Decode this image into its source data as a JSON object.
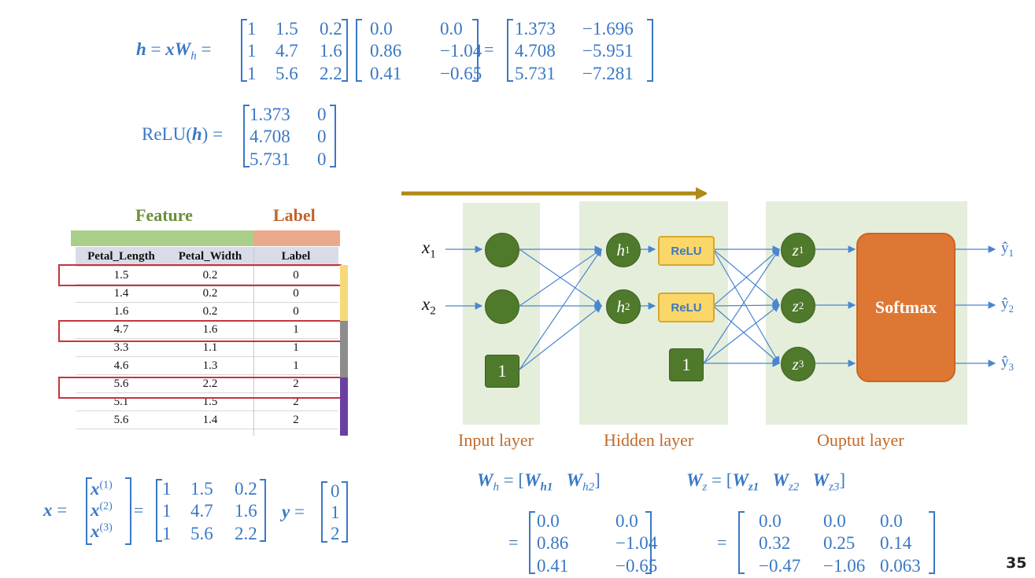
{
  "eq1": {
    "lhs_h": "h",
    "eq_sign": "=",
    "lhs_x": "x",
    "lhs_W": "W",
    "sub_h": "h",
    "x_matrix": [
      [
        "1",
        "1.5",
        "0.2"
      ],
      [
        "1",
        "4.7",
        "1.6"
      ],
      [
        "1",
        "5.6",
        "2.2"
      ]
    ],
    "Wh_matrix": [
      [
        "0.0",
        "0.0"
      ],
      [
        "0.86",
        "−1.04"
      ],
      [
        "0.41",
        "−0.65"
      ]
    ],
    "result_matrix": [
      [
        "1.373",
        "−1.696"
      ],
      [
        "4.708",
        "−5.951"
      ],
      [
        "5.731",
        "−7.281"
      ]
    ]
  },
  "eq2": {
    "lhs": "ReLU(",
    "lhs_h": "h",
    "lhs_close": ") =",
    "matrix": [
      [
        "1.373",
        "0"
      ],
      [
        "4.708",
        "0"
      ],
      [
        "5.731",
        "0"
      ]
    ]
  },
  "table": {
    "header_feature": "Feature",
    "header_label": "Label",
    "columns": [
      "Petal_Length",
      "Petal_Width",
      "Label"
    ],
    "rows": [
      [
        "1.5",
        "0.2",
        "0"
      ],
      [
        "1.4",
        "0.2",
        "0"
      ],
      [
        "1.6",
        "0.2",
        "0"
      ],
      [
        "4.7",
        "1.6",
        "1"
      ],
      [
        "3.3",
        "1.1",
        "1"
      ],
      [
        "4.6",
        "1.3",
        "1"
      ],
      [
        "5.6",
        "2.2",
        "2"
      ],
      [
        "5.1",
        "1.5",
        "2"
      ],
      [
        "5.6",
        "1.4",
        "2"
      ]
    ],
    "colors": {
      "feature": "#6a8f3a",
      "label": "#c0652a",
      "class0": "#f5d97a",
      "class1": "#8c8c8c",
      "class2": "#6a3fa0",
      "highlight": "#c8343c"
    }
  },
  "eq3": {
    "x": "x",
    "eq": "=",
    "x1": "x",
    "x2": "x",
    "x3": "x",
    "sup1": "(1)",
    "sup2": "(2)",
    "sup3": "(3)",
    "matrix": [
      [
        "1",
        "1.5",
        "0.2"
      ],
      [
        "1",
        "4.7",
        "1.6"
      ],
      [
        "1",
        "5.6",
        "2.2"
      ]
    ],
    "y": "y",
    "y_vec": [
      "0",
      "1",
      "2"
    ]
  },
  "network": {
    "inputs": [
      "x",
      "x"
    ],
    "input_subs": [
      "1",
      "2"
    ],
    "bias": "1",
    "hidden": [
      "h",
      "h"
    ],
    "hidden_subs": [
      "1",
      "2"
    ],
    "relu": "ReLU",
    "outputs": [
      "z",
      "z",
      "z"
    ],
    "output_subs": [
      "1",
      "2",
      "3"
    ],
    "softmax": "Softmax",
    "yhat": [
      "ŷ",
      "ŷ",
      "ŷ"
    ],
    "layer_labels": [
      "Input layer",
      "Hidden layer",
      "Ouptut layer"
    ],
    "colors": {
      "layer_bg": "#e4eedb",
      "node": "#4f7a2c",
      "relu": "#fbd76a",
      "softmax": "#df7734",
      "arrow": "#b08a17",
      "edge": "#4a86d0"
    }
  },
  "wh_def": {
    "lhs": "W",
    "lhs_sub": "h",
    "eq": "= [",
    "a": "W",
    "a_sub": "h1",
    "b": "W",
    "b_sub": "h2",
    "close": "]",
    "matrix": [
      [
        "0.0",
        "0.0"
      ],
      [
        "0.86",
        "−1.04"
      ],
      [
        "0.41",
        "−0.65"
      ]
    ]
  },
  "wz_def": {
    "lhs": "W",
    "lhs_sub": "z",
    "eq": "= [",
    "a": "W",
    "a_sub": "z1",
    "b": "W",
    "b_sub": "z2",
    "c": "W",
    "c_sub": "z3",
    "close": "]",
    "matrix": [
      [
        "0.0",
        "0.0",
        "0.0"
      ],
      [
        "0.32",
        "0.25",
        "0.14"
      ],
      [
        "−0.47",
        "−1.06",
        "0.063"
      ]
    ]
  },
  "page_number": "35"
}
